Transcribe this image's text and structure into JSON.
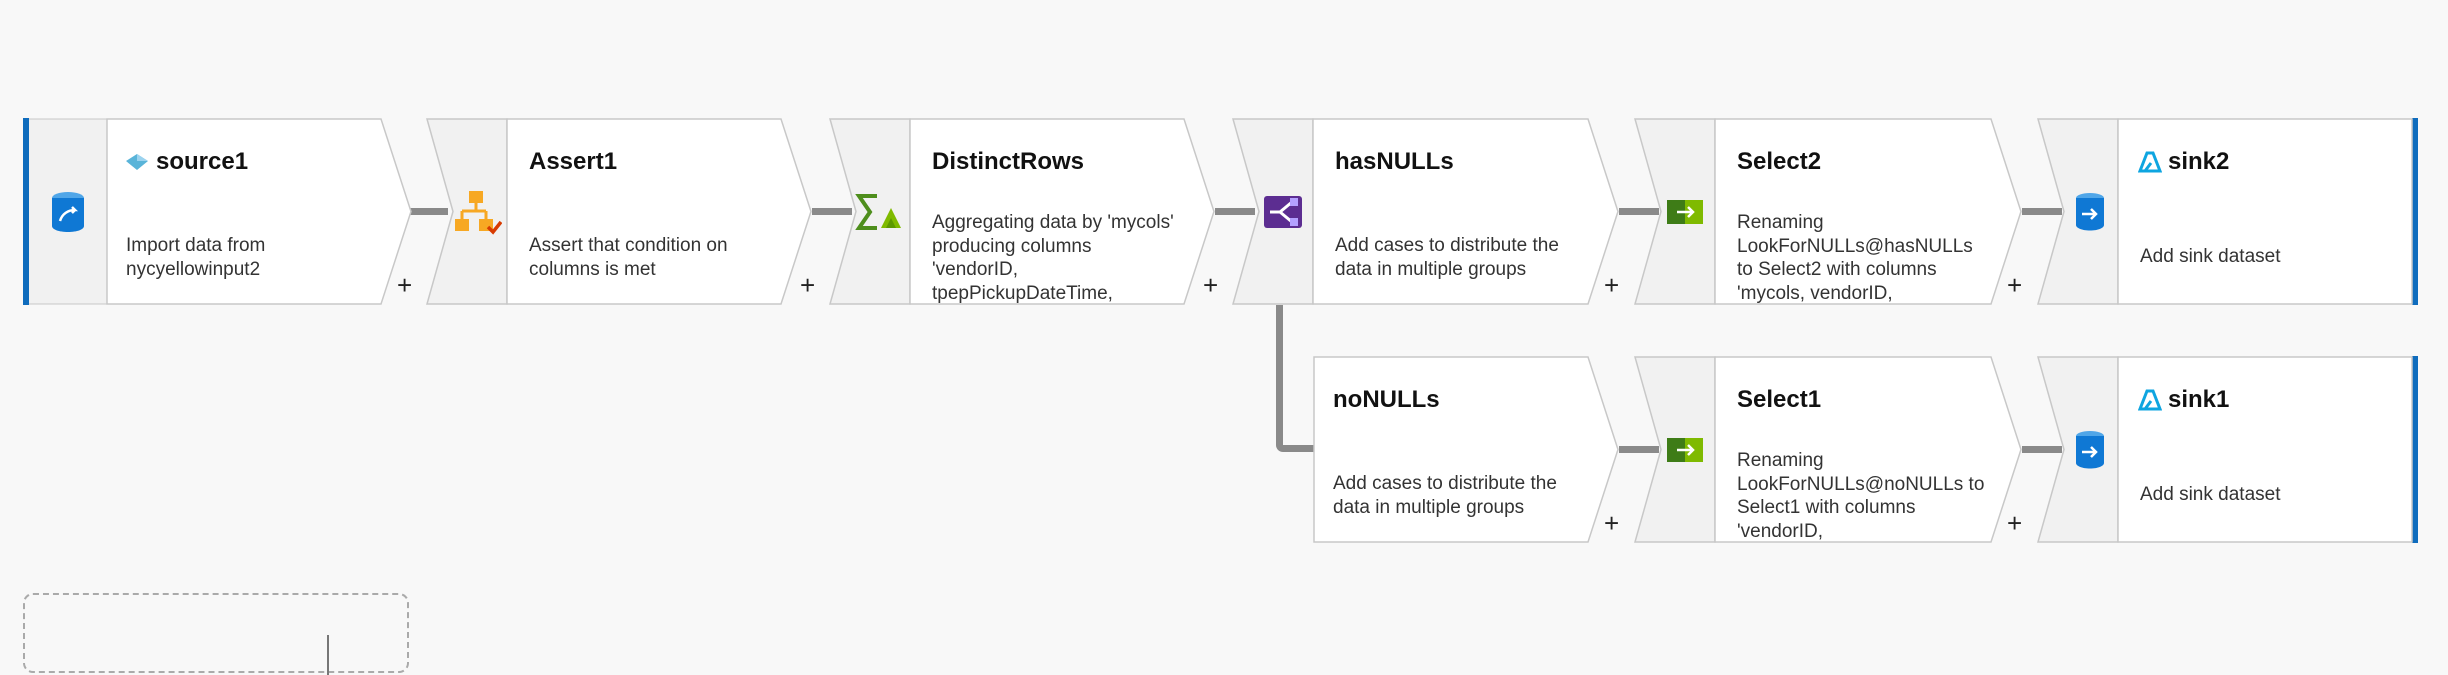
{
  "colors": {
    "accent": "#0f6cbd",
    "connector": "#8a8a8a",
    "node_fill": "#ffffff",
    "icon_panel": "#f1f1f1"
  },
  "nodes": {
    "source1": {
      "title": "source1",
      "icon": "source-cylinder-icon",
      "title_icon": "dataset-diamond-icon",
      "desc_lines": [
        "Import data from",
        "nycyellowinput2"
      ]
    },
    "assert1": {
      "title": "Assert1",
      "icon": "assert-hierarchy-icon",
      "desc_lines": [
        "Assert that condition on",
        "columns is met"
      ]
    },
    "distinct": {
      "title": "DistinctRows",
      "icon": "aggregate-sigma-icon",
      "desc_lines": [
        "Aggregating data by 'mycols'",
        "producing columns",
        "'vendorID,",
        "tpepPickupDateTime,"
      ]
    },
    "hasnulls": {
      "title": "hasNULLs",
      "icon": "conditional-split-icon",
      "desc_lines": [
        "Add cases to distribute the",
        "data in multiple groups"
      ]
    },
    "select2": {
      "title": "Select2",
      "icon": "select-arrow-icon",
      "desc_lines": [
        "Renaming",
        "LookForNULLs@hasNULLs",
        "to Select2 with columns",
        "'mycols, vendorID,"
      ]
    },
    "sink2": {
      "title": "sink2",
      "icon": "sink-cylinder-icon",
      "title_icon": "azure-a-icon",
      "desc_lines": [
        "Add sink dataset"
      ]
    },
    "nonulls": {
      "title": "noNULLs",
      "desc_lines": [
        "Add cases to distribute the",
        "data in multiple groups"
      ]
    },
    "select1": {
      "title": "Select1",
      "icon": "select-arrow-icon",
      "desc_lines": [
        "Renaming",
        "LookForNULLs@noNULLs to",
        "Select1 with columns",
        "'vendorID,"
      ]
    },
    "sink1": {
      "title": "sink1",
      "icon": "sink-cylinder-icon",
      "title_icon": "azure-a-icon",
      "desc_lines": [
        "Add sink dataset"
      ]
    }
  },
  "plus_label": "+"
}
